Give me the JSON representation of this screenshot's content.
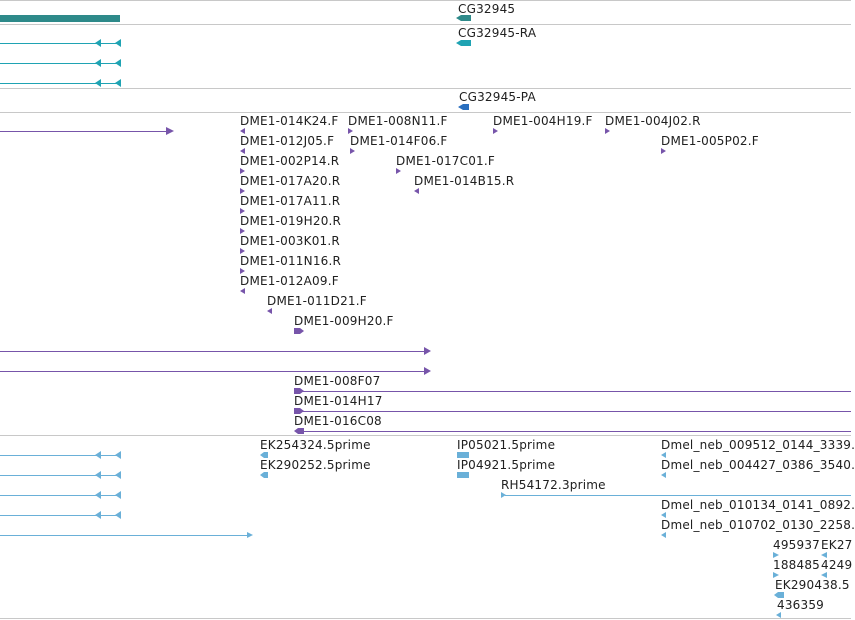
{
  "colors": {
    "gene": "#2e8a8a",
    "transcript": "#1fa3b3",
    "cds": "#2a6fbf",
    "clone": "#7755aa",
    "est": "#6ab0d8",
    "separator": "#c8c8c8"
  },
  "tracks": {
    "gene": {
      "label": "CG32945"
    },
    "transcript": {
      "label": "CG32945-RA"
    },
    "protein": {
      "label": "CG32945-PA"
    },
    "clones": [
      "DME1-014K24.F",
      "DME1-008N11.F",
      "DME1-004H19.F",
      "DME1-004J02.R",
      "DME1-012J05.F",
      "DME1-014F06.F",
      "DME1-005P02.F",
      "DME1-002P14.R",
      "DME1-017C01.F",
      "DME1-017A20.R",
      "DME1-014B15.R",
      "DME1-017A11.R",
      "DME1-019H20.R",
      "DME1-003K01.R",
      "DME1-011N16.R",
      "DME1-012A09.F",
      "DME1-011D21.F",
      "DME1-009H20.F",
      "DME1-008F07",
      "DME1-014H17",
      "DME1-016C08"
    ],
    "ests": [
      "EK254324.5prime",
      "IP05021.5prime",
      "Dmel_neb_009512_0144_3339.",
      "EK290252.5prime",
      "IP04921.5prime",
      "Dmel_neb_004427_0386_3540.",
      "RH54172.3prime",
      "Dmel_neb_010134_0141_0892.",
      "Dmel_neb_010702_0130_2258.",
      "495937",
      "EK27",
      "188485",
      "4249",
      "EK290438.5",
      "436359"
    ]
  }
}
